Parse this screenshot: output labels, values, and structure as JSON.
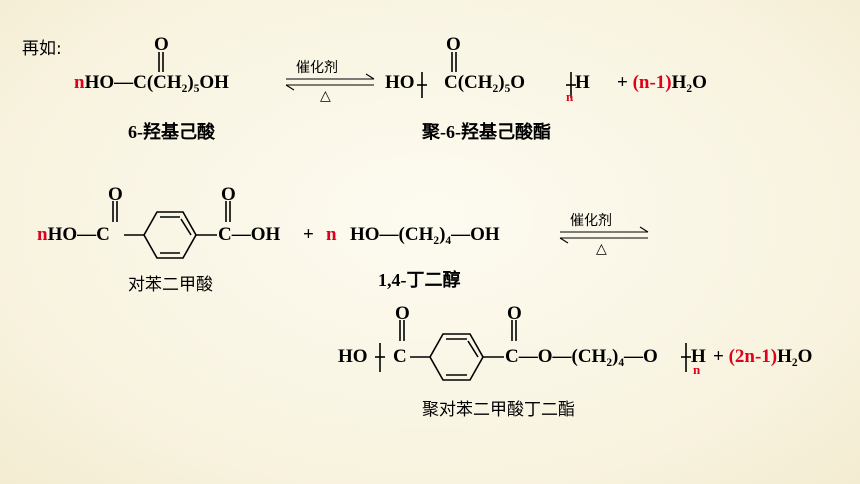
{
  "lead": "再如:",
  "reaction1": {
    "n": "n",
    "reactant": "HO—C(CH₂)₅OH",
    "reactant_o": "O",
    "catalyst": "催化剂",
    "heat": "△",
    "product_left": "HO",
    "product_core": "C(CH₂)₅O",
    "product_o": "O",
    "product_h": "H",
    "product_n": "n",
    "water_plus": "+",
    "water_coeff": "(n-1)",
    "water": "H₂O",
    "name_reactant": "6-羟基己酸",
    "name_product": "聚-6-羟基己酸酯"
  },
  "reaction2": {
    "n1": "n",
    "acid_left": "HO—C",
    "acid_right": "C—OH",
    "acid_o": "O",
    "plus": "+",
    "n2": "n",
    "diol": "HO—(CH₂)₄—OH",
    "catalyst": "催化剂",
    "heat": "△",
    "name_acid": "对苯二甲酸",
    "name_diol": "1,4-丁二醇",
    "product_left": "HO",
    "product_c1": "C",
    "product_mid": "C—O—(CH₂)₄—O",
    "product_o": "O",
    "product_h": "H",
    "product_n": "n",
    "water_plus": "+",
    "water_coeff": "(2n-1)",
    "water": "H₂O",
    "name_product": "聚对苯二甲酸丁二酯"
  }
}
